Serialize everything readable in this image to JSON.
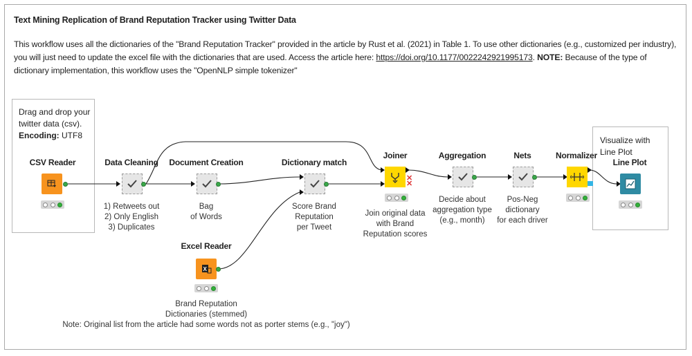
{
  "title": "Text Mining Replication of Brand Reputation Tracker using Twitter Data",
  "description": {
    "part1": "This workflow uses all the dictionaries of the \"Brand Reputation Tracker\" provided in the article by Rust et al. (2021) in Table 1. To use other dictionaries (e.g., customized per industry), you will just need to update the excel file with the dictionaries that are used. Access the article here: ",
    "link": "https://doi.org/10.1177/0022242921995173",
    "part2": ". ",
    "note_label": "NOTE:",
    "part3": " Because of the type of dictionary implementation, this workflow uses the \"OpenNLP simple tokenizer\""
  },
  "annotations": {
    "input": {
      "line1": "Drag and drop your",
      "line2": "twitter data (csv).",
      "encoding_label": "Encoding:",
      "encoding_value": " UTF8"
    },
    "output": {
      "line1": "Visualize with",
      "line2": "Line Plot"
    }
  },
  "nodes": {
    "csv_reader": {
      "label": "CSV Reader"
    },
    "data_cleaning": {
      "label": "Data Cleaning",
      "desc": [
        "1) Retweets out",
        "2) Only English",
        "3) Duplicates"
      ]
    },
    "document_creation": {
      "label": "Document Creation",
      "desc": [
        "Bag",
        "of Words"
      ]
    },
    "dictionary_match": {
      "label": "Dictionary match",
      "desc": [
        "Score Brand",
        "Reputation",
        "per Tweet"
      ]
    },
    "joiner": {
      "label": "Joiner",
      "desc": [
        "Join original data",
        "with Brand",
        "Reputation scores"
      ]
    },
    "aggregation": {
      "label": "Aggregation",
      "desc": [
        "Decide about",
        "aggregation type",
        "(e.g., month)"
      ]
    },
    "nets": {
      "label": "Nets",
      "desc": [
        "Pos-Neg",
        "dictionary",
        "for each driver"
      ]
    },
    "normalizer": {
      "label": "Normalizer"
    },
    "line_plot": {
      "label": "Line Plot"
    },
    "excel_reader": {
      "label": "Excel Reader",
      "desc": [
        "Brand Reputation",
        "Dictionaries (stemmed)",
        "Note: Original list from the article had some words not as porter stems (e.g., \"joy\")"
      ]
    }
  },
  "colors": {
    "reader": "#f7931e",
    "metanode": "#e6e6e6",
    "joiner": "#ffd700",
    "view": "#2f8ba3",
    "status_green": "#33b13a"
  }
}
